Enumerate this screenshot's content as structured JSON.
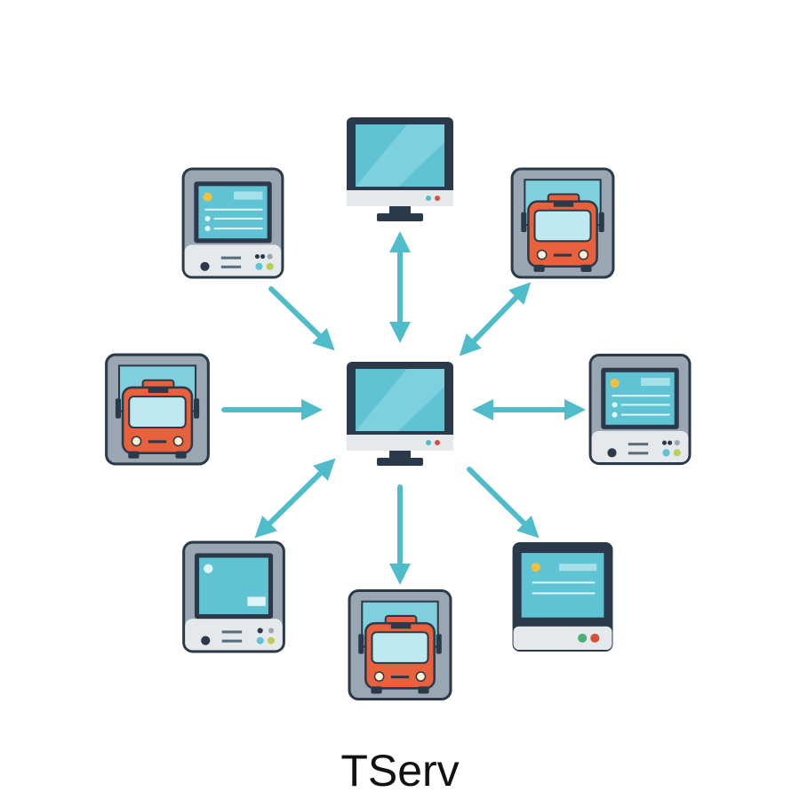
{
  "title": "TServ",
  "colors": {
    "arrow": "#4fbcc9",
    "frame": "#2b3a4a",
    "screen": "#5fc3d3",
    "bus": "#e8603c",
    "panel": "#9aa7b3"
  },
  "nodes": [
    {
      "role": "central-server",
      "icon": "monitor-icon"
    },
    {
      "role": "client",
      "icon": "monitor-icon"
    },
    {
      "role": "client",
      "icon": "kiosk-icon"
    },
    {
      "role": "client",
      "icon": "bus-icon"
    },
    {
      "role": "client",
      "icon": "bus-icon"
    },
    {
      "role": "client",
      "icon": "kiosk-icon"
    },
    {
      "role": "client",
      "icon": "kiosk-icon"
    },
    {
      "role": "client",
      "icon": "bus-icon"
    },
    {
      "role": "client",
      "icon": "terminal-icon"
    }
  ]
}
